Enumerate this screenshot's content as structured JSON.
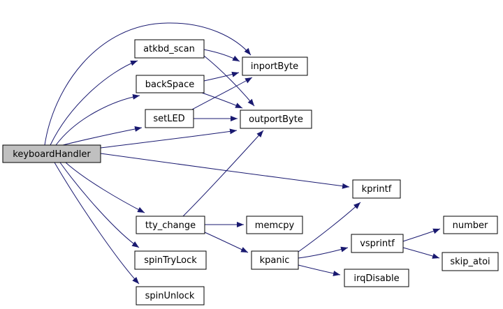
{
  "diagram": {
    "type": "call-graph",
    "root": "keyboardHandler",
    "nodes": [
      {
        "id": "keyboardHandler",
        "label": "keyboardHandler",
        "highlighted": true
      },
      {
        "id": "atkbd_scan",
        "label": "atkbd_scan"
      },
      {
        "id": "backSpace",
        "label": "backSpace"
      },
      {
        "id": "setLED",
        "label": "setLED"
      },
      {
        "id": "inportByte",
        "label": "inportByte"
      },
      {
        "id": "outportByte",
        "label": "outportByte"
      },
      {
        "id": "kprintf",
        "label": "kprintf"
      },
      {
        "id": "tty_change",
        "label": "tty_change"
      },
      {
        "id": "memcpy",
        "label": "memcpy"
      },
      {
        "id": "spinTryLock",
        "label": "spinTryLock"
      },
      {
        "id": "kpanic",
        "label": "kpanic"
      },
      {
        "id": "spinUnlock",
        "label": "spinUnlock"
      },
      {
        "id": "vsprintf",
        "label": "vsprintf"
      },
      {
        "id": "irqDisable",
        "label": "irqDisable"
      },
      {
        "id": "number",
        "label": "number"
      },
      {
        "id": "skip_atoi",
        "label": "skip_atoi"
      }
    ],
    "edges": [
      {
        "from": "keyboardHandler",
        "to": "atkbd_scan"
      },
      {
        "from": "keyboardHandler",
        "to": "backSpace"
      },
      {
        "from": "keyboardHandler",
        "to": "setLED"
      },
      {
        "from": "keyboardHandler",
        "to": "inportByte"
      },
      {
        "from": "keyboardHandler",
        "to": "outportByte"
      },
      {
        "from": "keyboardHandler",
        "to": "kprintf"
      },
      {
        "from": "keyboardHandler",
        "to": "tty_change"
      },
      {
        "from": "keyboardHandler",
        "to": "spinTryLock"
      },
      {
        "from": "keyboardHandler",
        "to": "spinUnlock"
      },
      {
        "from": "atkbd_scan",
        "to": "inportByte"
      },
      {
        "from": "atkbd_scan",
        "to": "outportByte"
      },
      {
        "from": "backSpace",
        "to": "inportByte"
      },
      {
        "from": "backSpace",
        "to": "outportByte"
      },
      {
        "from": "setLED",
        "to": "inportByte"
      },
      {
        "from": "setLED",
        "to": "outportByte"
      },
      {
        "from": "tty_change",
        "to": "memcpy"
      },
      {
        "from": "tty_change",
        "to": "kpanic"
      },
      {
        "from": "tty_change",
        "to": "outportByte"
      },
      {
        "from": "kpanic",
        "to": "kprintf"
      },
      {
        "from": "kpanic",
        "to": "vsprintf"
      },
      {
        "from": "kpanic",
        "to": "irqDisable"
      },
      {
        "from": "vsprintf",
        "to": "number"
      },
      {
        "from": "vsprintf",
        "to": "skip_atoi"
      }
    ],
    "colors": {
      "edge": "#191970",
      "node_border": "#000000",
      "node_fill": "#ffffff",
      "root_fill": "#c0c0c0",
      "text": "#000000",
      "background": "#ffffff"
    }
  }
}
